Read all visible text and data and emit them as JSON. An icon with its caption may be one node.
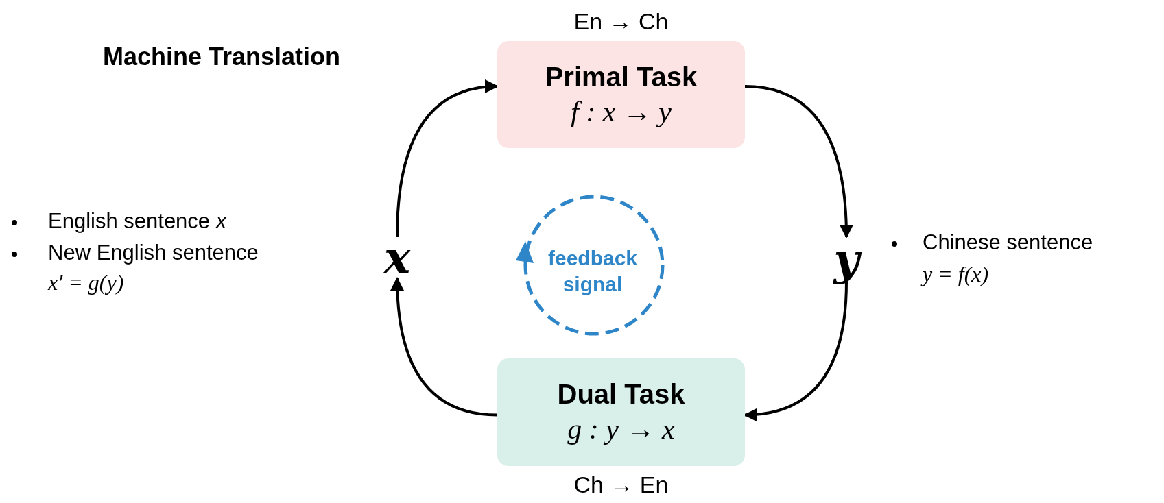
{
  "diagram": {
    "title": "Machine Translation",
    "nodes": [
      {
        "text": [
          "Primal Task",
          "f : x → y"
        ],
        "beside": [
          "En → Ch"
        ]
      },
      {
        "text": [
          "y"
        ]
      },
      {
        "text": [
          "Dual Task",
          "g : y → x"
        ],
        "beside": [
          "Ch → En"
        ]
      },
      {
        "text": [
          "x"
        ]
      },
      {
        "text": [
          "feedback signal"
        ]
      }
    ],
    "edges": [
      {
        "from": 3,
        "to": 0,
        "arrow": "to"
      },
      {
        "from": 0,
        "to": 1,
        "arrow": "to"
      },
      {
        "from": 1,
        "to": 2,
        "arrow": "to"
      },
      {
        "from": 2,
        "to": 3,
        "arrow": "to"
      }
    ],
    "labels": [
      "English sentence *x*",
      "New English sentence",
      "x′ = g(y)",
      "Chinese sentence",
      "y = f(x)"
    ]
  }
}
